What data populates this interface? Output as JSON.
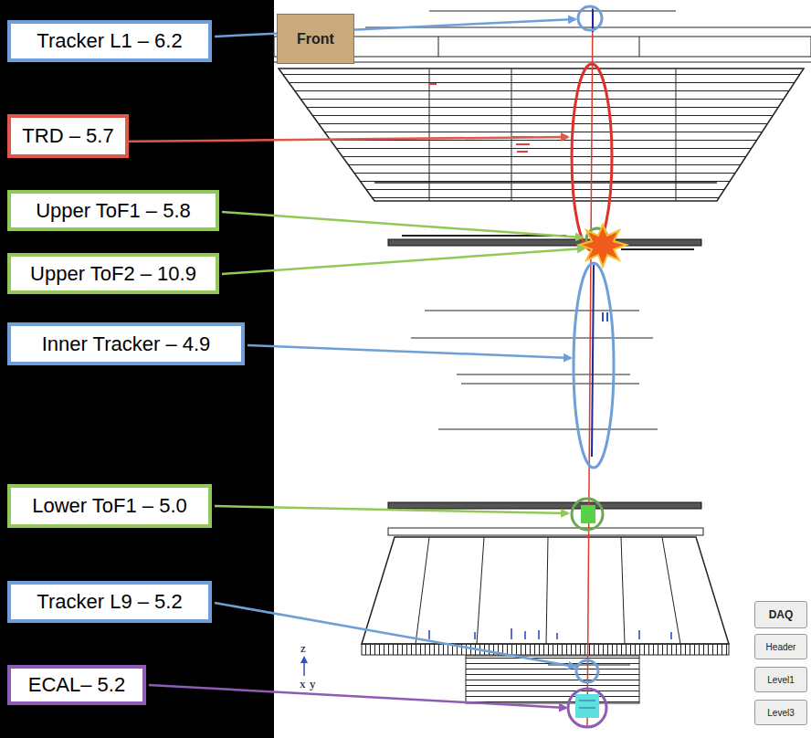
{
  "diagram": {
    "nodes": [
      {
        "text": [
          "Tracker L1 – 6.2"
        ]
      },
      {
        "text": [
          "TRD – 5.7"
        ]
      },
      {
        "text": [
          "Upper ToF1 – 5.8"
        ]
      },
      {
        "text": [
          "Upper ToF2 – 10.9"
        ]
      },
      {
        "text": [
          "Inner Tracker – 4.9"
        ]
      },
      {
        "text": [
          "Lower ToF1 – 5.0"
        ]
      },
      {
        "text": [
          "Tracker L9 – 5.2"
        ]
      },
      {
        "text": [
          "ECAL– 5.2"
        ]
      },
      {
        "text": [
          "Front"
        ]
      },
      {
        "text": [
          "DAQ"
        ]
      },
      {
        "text": [
          "Header"
        ]
      },
      {
        "text": [
          "Level1"
        ]
      },
      {
        "text": [
          "Level3"
        ]
      }
    ],
    "edges": [],
    "labels": [
      "z",
      "x",
      "y"
    ]
  }
}
